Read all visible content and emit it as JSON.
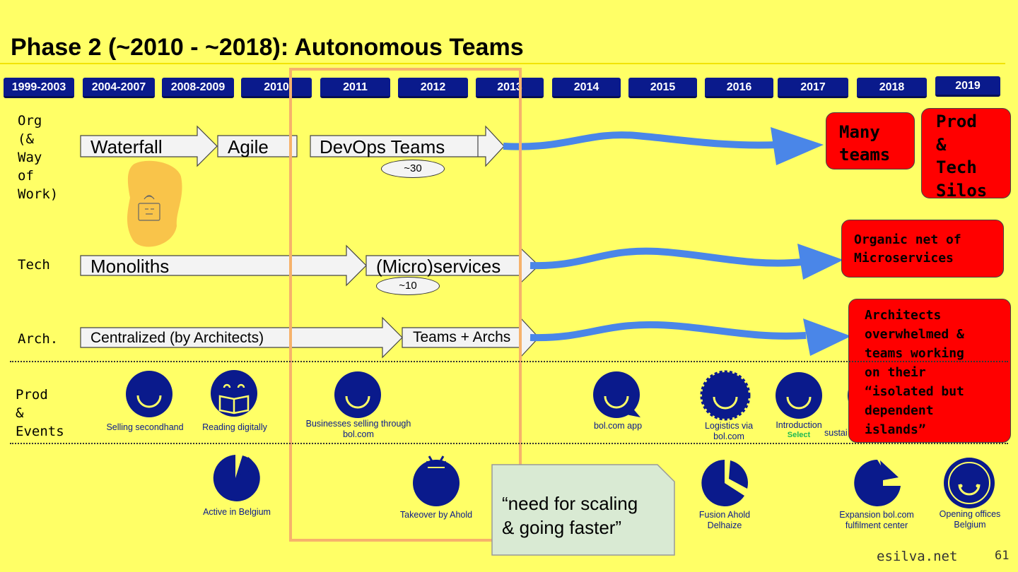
{
  "title": "Phase 2 (~2010 - ~2018): Autonomous Teams",
  "years": [
    "1999-2003",
    "2004-2007",
    "2008-2009",
    "2010",
    "2011",
    "2012",
    "2013",
    "2014",
    "2015",
    "2016",
    "2017",
    "2018",
    "2019"
  ],
  "rows": {
    "org": {
      "label": "Org\n(&\nWay\nof\nWork)",
      "stages": [
        "Waterfall",
        "Agile",
        "DevOps Teams"
      ],
      "count": "~30",
      "outcome": "Many\nteams",
      "outcome2": "Prod\n&\nTech\nSilos"
    },
    "tech": {
      "label": "Tech",
      "stages": [
        "Monoliths",
        "(Micro)services"
      ],
      "count": "~10",
      "outcome": "Organic net of\nMicroservices"
    },
    "arch": {
      "label": "Arch.",
      "stages": [
        "Centralized (by Architects)",
        "Teams + Archs"
      ],
      "outcome": "Architects\noverwhelmed &\nteams working\non their\n“isolated but\ndependent\nislands”"
    },
    "prod": {
      "label": "Prod\n&\nEvents",
      "items": [
        {
          "caption": "Selling secondhand",
          "icon": "smiley-icon"
        },
        {
          "caption": "Reading digitally",
          "icon": "reading-smiley-icon"
        },
        {
          "caption": "Businesses selling through\nbol.com",
          "icon": "smiley-icon"
        },
        {
          "caption": "bol.com app",
          "icon": "speech-smiley-icon"
        },
        {
          "caption": "Logistics via\nbol.com",
          "icon": "gear-smiley-icon"
        },
        {
          "caption": "Introduction",
          "sub": "Select",
          "icon": "smiley-icon"
        },
        {
          "caption": "sustai",
          "icon": "smiley-icon"
        }
      ]
    },
    "events": {
      "items": [
        {
          "caption": "Active in Belgium",
          "icon": "pie-icon"
        },
        {
          "caption": "Takeover by Ahold",
          "icon": "bag-icon"
        },
        {
          "caption": "Fusion Ahold\nDelhaize",
          "icon": "pie-icon"
        },
        {
          "caption": "Expansion bol.com\nfulfilment center",
          "icon": "peel-circle-icon"
        },
        {
          "caption": "Opening offices\nBelgium",
          "icon": "smiley-ring-icon"
        }
      ]
    }
  },
  "quote": "“need for scaling\n& going faster”",
  "footer": {
    "site": "esilva.net",
    "page": "61"
  },
  "colors": {
    "background": "#ffff66",
    "year_badge": "#0a1a8c",
    "flow_arrow": "#4a86e8",
    "outcome_box": "#ff0000",
    "highlight_frame": "#f6b26b",
    "quote_box": "#d9ead3"
  }
}
